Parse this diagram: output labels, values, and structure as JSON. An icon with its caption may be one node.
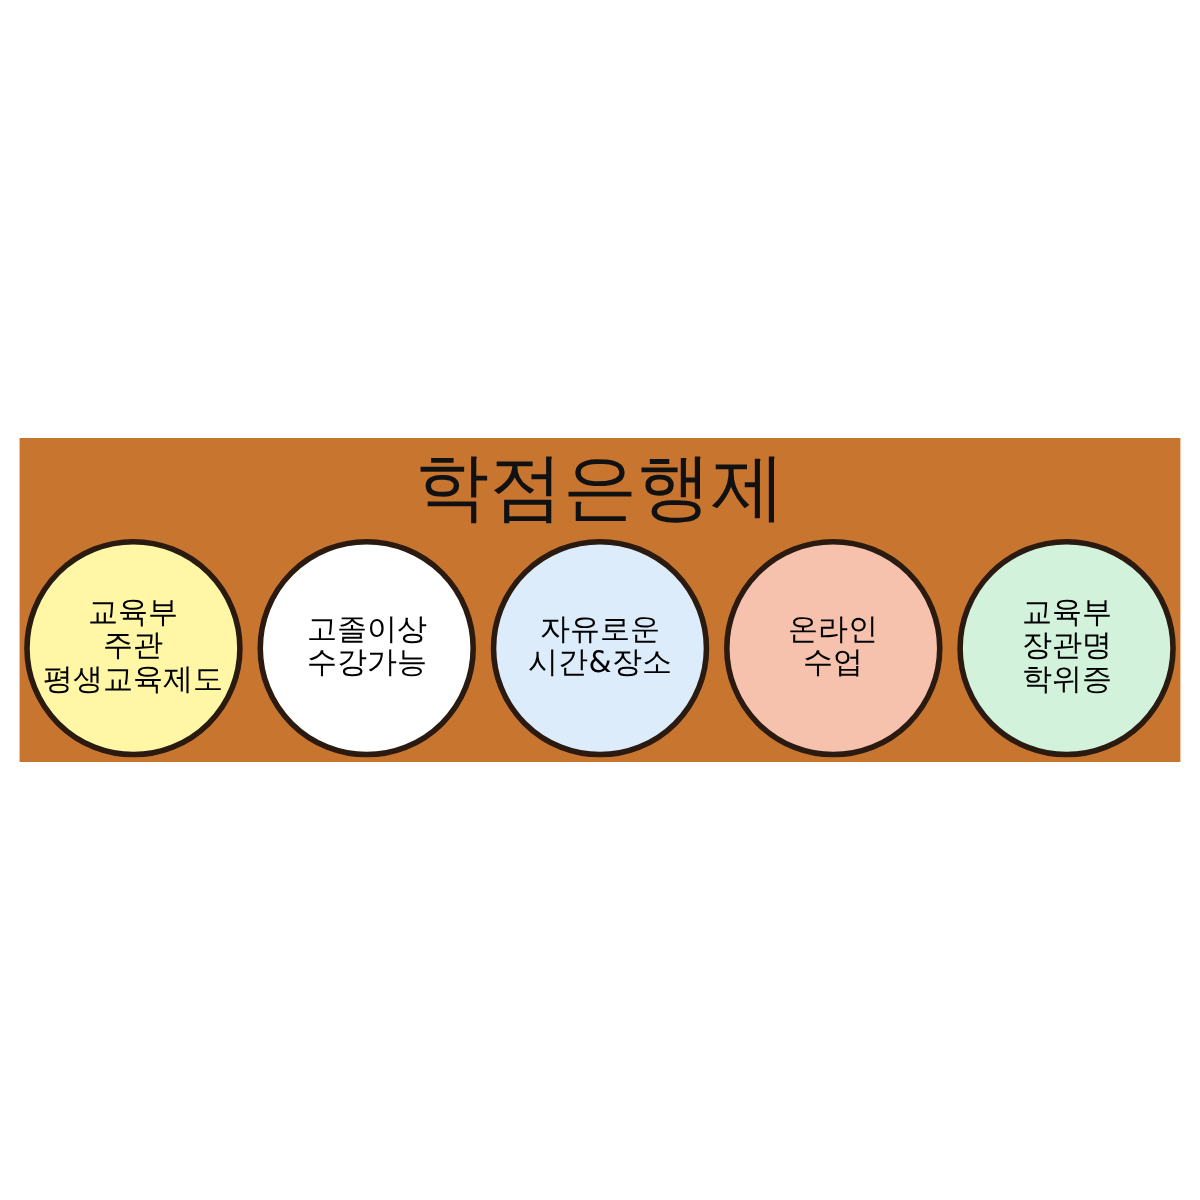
{
  "diagram": {
    "title": "학점은행제",
    "nodes": [
      {
        "text": [
          "교육부 주관 평생교육제도"
        ]
      },
      {
        "text": [
          "고졸이상 수강가능"
        ]
      },
      {
        "text": [
          "자유로운 시간&장소"
        ]
      },
      {
        "text": [
          "온라인 수업"
        ]
      },
      {
        "text": [
          "교육부 장관명 학위증"
        ]
      }
    ]
  }
}
